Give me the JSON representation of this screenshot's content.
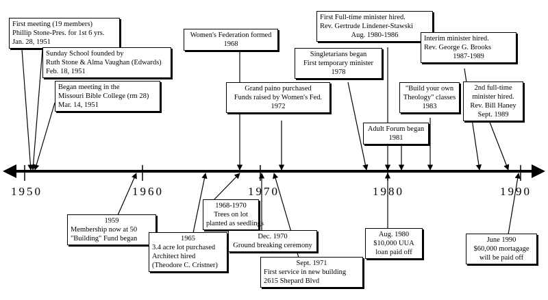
{
  "axis": {
    "year_labels": [
      "1950",
      "1960",
      "1970",
      "1980",
      "1990"
    ]
  },
  "events_above": [
    {
      "id": "first-meeting",
      "lines": [
        "First meeting (19 members)",
        "Phillip Stone-Pres. for 1st 6 yrs.",
        "Jan. 28, 1951"
      ]
    },
    {
      "id": "sunday-school",
      "lines": [
        "Sunday School founded by",
        "Ruth Stone & Alma Vaughan (Edwards)",
        "Feb. 18, 1951"
      ]
    },
    {
      "id": "bible-college",
      "lines": [
        "Began meeting in the",
        "Missouri Bible College (rm 28)",
        "Mar. 14, 1951"
      ]
    },
    {
      "id": "womens-federation",
      "lines": [
        "Women's Federation formed",
        "1968"
      ]
    },
    {
      "id": "grand-piano",
      "lines": [
        "Grand paino purchased",
        "Funds raised by Women's Fed.",
        "1972"
      ]
    },
    {
      "id": "singletarians",
      "lines": [
        "Singletarians began",
        "First temporary minister",
        "1978"
      ]
    },
    {
      "id": "first-minister",
      "lines": [
        "First Full-time minister hired.",
        "Rev. Gertrude Lindener-Stawski",
        "Aug. 1980-1986"
      ]
    },
    {
      "id": "adult-forum",
      "lines": [
        "Adult Forum began",
        "1981"
      ]
    },
    {
      "id": "build-theology",
      "lines": [
        "\"Build your own",
        "Theology\" classes",
        "1983"
      ]
    },
    {
      "id": "interim-minister",
      "lines": [
        "Interim minister hired.",
        "Rev. George G. Brooks",
        "1987-1989"
      ]
    },
    {
      "id": "second-minister",
      "lines": [
        "2nd full-time",
        "minister hired.",
        "Rev. Bill Haney",
        "Sept. 1989"
      ]
    }
  ],
  "events_below": [
    {
      "id": "membership-50",
      "lines": [
        "1959",
        "Membership now at 50",
        "\"Building\" Fund began"
      ]
    },
    {
      "id": "lot-purchased",
      "lines": [
        "1965",
        "3.4 acre lot purchased",
        "Architect hired",
        "(Theodore C. Cristner)"
      ]
    },
    {
      "id": "trees-planted",
      "lines": [
        "1968-1970",
        "Trees on lot",
        "planted as seedlings"
      ]
    },
    {
      "id": "ground-breaking",
      "lines": [
        "Dec. 1970",
        "Ground breaking ceremony"
      ]
    },
    {
      "id": "first-service",
      "lines": [
        "Sept. 1971",
        "First service in new building",
        "2615 Shepard Blvd"
      ]
    },
    {
      "id": "uua-loan",
      "lines": [
        "Aug. 1980",
        "$10,000 UUA",
        "loan paid off"
      ]
    },
    {
      "id": "mortgage",
      "lines": [
        "June 1990",
        "$60,000 mortagage",
        "will be paid off"
      ]
    }
  ],
  "colors": {
    "ink": "#000000",
    "paper": "#ffffff"
  }
}
